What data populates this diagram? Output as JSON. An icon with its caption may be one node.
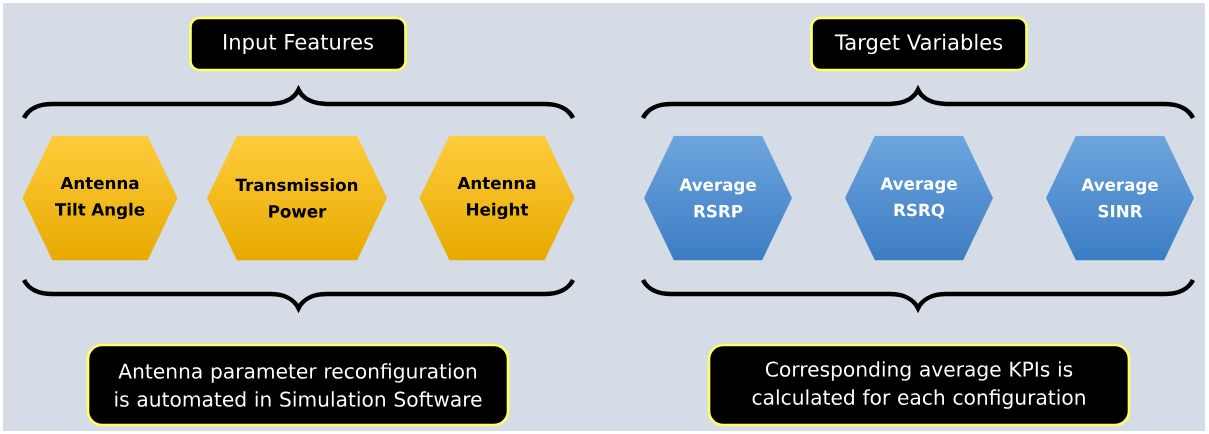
{
  "diagram": {
    "nodes": [
      {
        "text": [
          "Input Features"
        ]
      },
      {
        "text": [
          "Antenna Tilt Angle"
        ]
      },
      {
        "text": [
          "Transmission Power"
        ]
      },
      {
        "text": [
          "Antenna Height"
        ]
      },
      {
        "text": [
          "Antenna parameter reconfiguration is automated in Simulation Software"
        ]
      },
      {
        "text": [
          "Target Variables"
        ]
      },
      {
        "text": [
          "Average RSRP"
        ]
      },
      {
        "text": [
          "Average RSRQ"
        ]
      },
      {
        "text": [
          "Average SINR"
        ]
      },
      {
        "text": [
          "Corresponding average KPIs is calculated for each configuration"
        ]
      }
    ]
  }
}
